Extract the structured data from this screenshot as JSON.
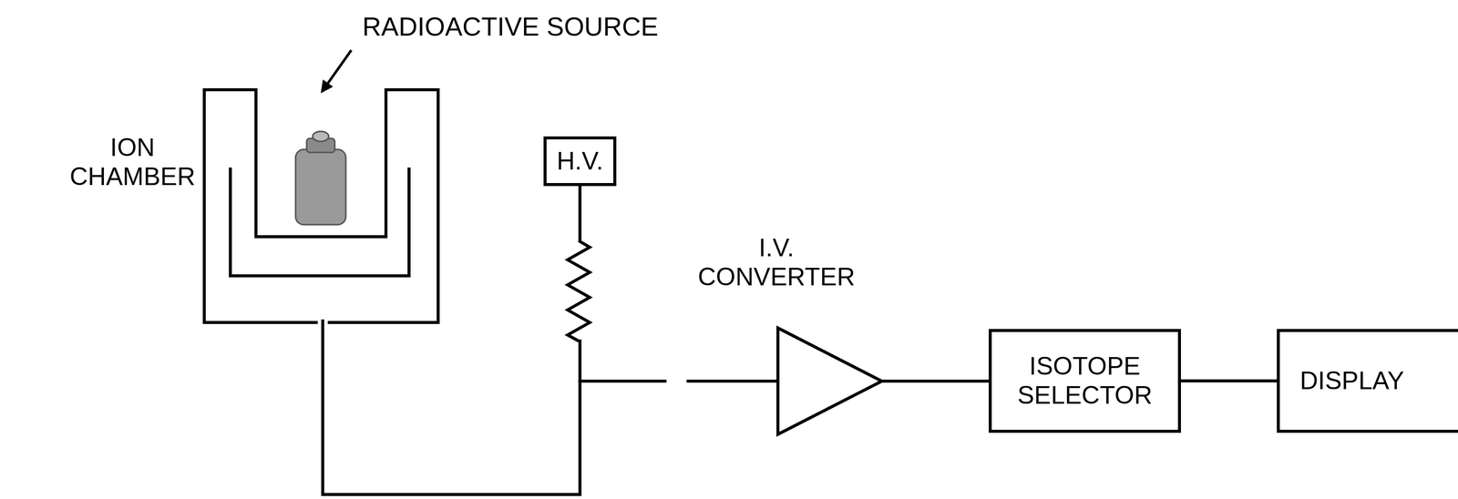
{
  "diagram": {
    "nodes": [
      {
        "text": [
          "ION CHAMBER"
        ]
      },
      {
        "text": [
          "H.V."
        ]
      },
      {
        "text": [
          "I.V. CONVERTER"
        ]
      },
      {
        "text": [
          "ISOTOPE SELECTOR"
        ]
      },
      {
        "text": [
          "DISPLAY"
        ]
      }
    ],
    "edges": [
      {
        "from": 0,
        "to": 2,
        "arrow": "none"
      },
      {
        "from": 1,
        "to": 2,
        "arrow": "none"
      },
      {
        "from": 2,
        "to": 3,
        "arrow": "none"
      },
      {
        "from": 3,
        "to": 4,
        "arrow": "none"
      }
    ],
    "labels": [
      "RADIOACTIVE SOURCE"
    ]
  }
}
